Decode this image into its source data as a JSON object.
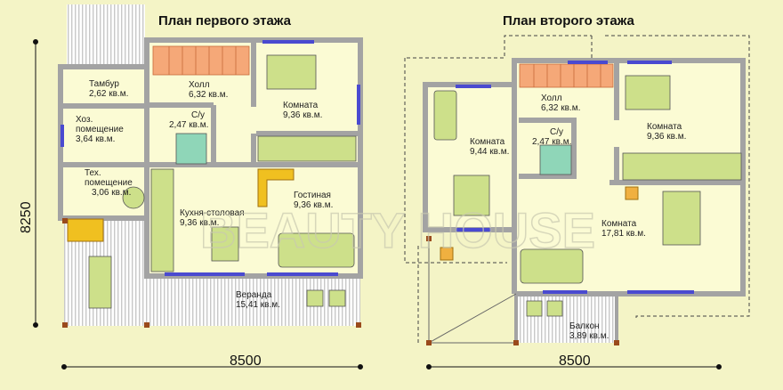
{
  "floor1": {
    "title": "План первого этажа",
    "width_dim": "8500",
    "height_dim": "8250",
    "rooms": [
      {
        "name": "Тамбур",
        "area": "2,62 кв.м."
      },
      {
        "name": "Хоз.",
        "name2": "помещение",
        "area": "3,64 кв.м."
      },
      {
        "name": "Тех.",
        "name2": "помещение",
        "area": "3,06 кв.м."
      },
      {
        "name": "Холл",
        "area": "6,32 кв.м."
      },
      {
        "name": "С/у",
        "area": "2,47 кв.м."
      },
      {
        "name": "Комната",
        "area": "9,36 кв.м."
      },
      {
        "name": "Кухня-столовая",
        "area": "9,36 кв.м."
      },
      {
        "name": "Гостиная",
        "area": "9,36 кв.м."
      },
      {
        "name": "Веранда",
        "area": "15,41 кв.м."
      }
    ]
  },
  "floor2": {
    "title": "План второго этажа",
    "width_dim": "8500",
    "rooms": [
      {
        "name": "Комната",
        "area": "9,44 кв.м."
      },
      {
        "name": "Холл",
        "area": "6,32 кв.м."
      },
      {
        "name": "С/у",
        "area": "2,47 кв.м."
      },
      {
        "name": "Комната",
        "area": "9,36 кв.м."
      },
      {
        "name": "Комната",
        "area": "17,81 кв.м."
      },
      {
        "name": "Балкон",
        "area": "3,89 кв.м."
      }
    ]
  },
  "watermark": "BEAUTY HOUSE",
  "colors": {
    "background": "#f4f4c6",
    "wall": "#a3a3a3",
    "furniture": "#cde08a",
    "window": "#4a4ad0",
    "stairs": "#f5a878"
  }
}
